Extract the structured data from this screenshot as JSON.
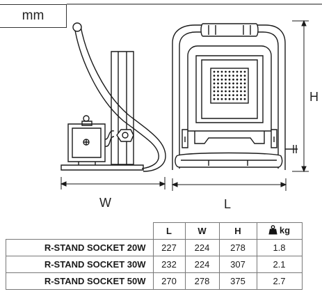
{
  "units": "mm",
  "labels": {
    "width": "W",
    "length": "L",
    "height": "H"
  },
  "table": {
    "columns": [
      "L",
      "W",
      "H",
      "kg"
    ],
    "weight_icon": "weight-icon",
    "rows": [
      {
        "model": "R-STAND SOCKET 20W",
        "l": "227",
        "w": "224",
        "h": "278",
        "kg": "1.8"
      },
      {
        "model": "R-STAND SOCKET 30W",
        "l": "232",
        "w": "224",
        "h": "307",
        "kg": "2.1"
      },
      {
        "model": "R-STAND SOCKET 50W",
        "l": "270",
        "w": "278",
        "h": "375",
        "kg": "2.7"
      }
    ]
  }
}
